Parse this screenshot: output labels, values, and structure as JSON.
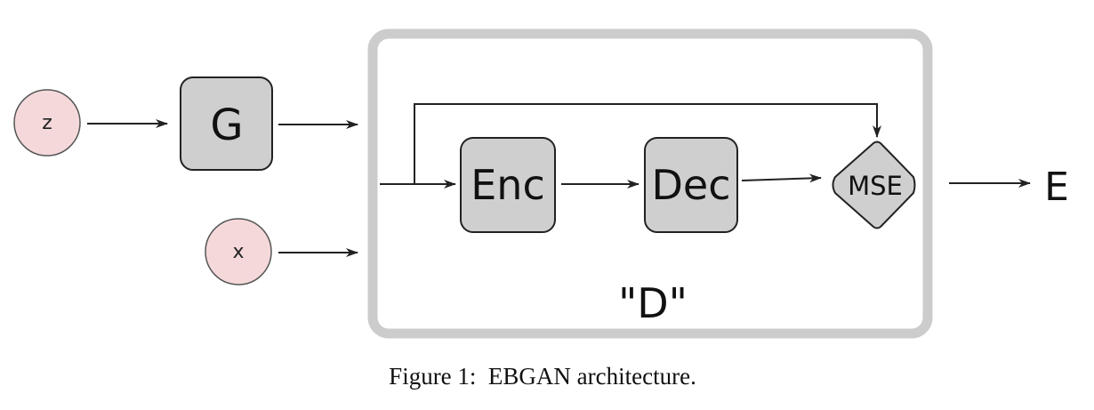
{
  "diagram": {
    "nodes": {
      "z": "z",
      "x": "x",
      "g": "G",
      "enc": "Enc",
      "dec": "Dec",
      "mse": "MSE",
      "e": "E"
    },
    "discriminator_label": "\"D\"",
    "caption": "Figure 1:  EBGAN architecture.",
    "colors": {
      "input_node_fill": "#f5d9da",
      "block_fill": "#cfcfcf",
      "discriminator_border": "#cccccc",
      "stroke": "#222222"
    }
  }
}
